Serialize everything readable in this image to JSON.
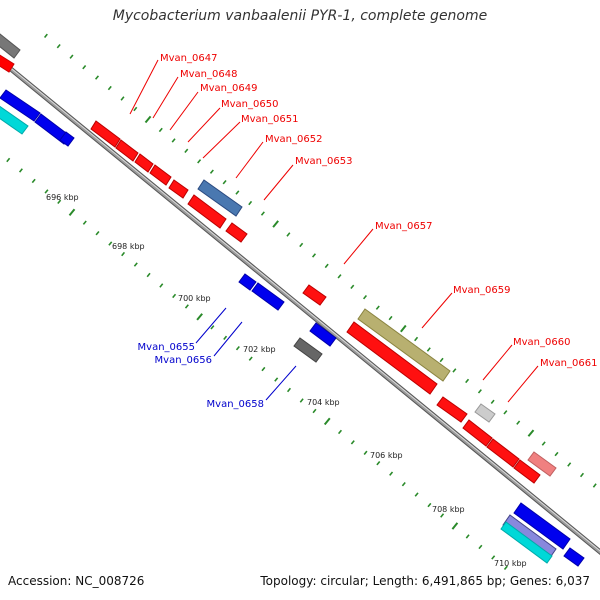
{
  "header": {
    "title": "Mycobacterium vanbaalenii PYR-1, complete genome"
  },
  "footer": {
    "accession": "Accession: NC_008726",
    "topology": "Topology: circular; Length: 6,491,865 bp; Genes: 6,037"
  },
  "map": {
    "backbone_color": "#888888",
    "tick_color": "#2a8a2a",
    "kbp_labels": [
      "696 kbp",
      "698 kbp",
      "700 kbp",
      "702 kbp",
      "704 kbp",
      "706 kbp",
      "708 kbp",
      "710 kbp"
    ]
  },
  "forward_labels": [
    {
      "text": "Mvan_0647",
      "color": "#ee0000"
    },
    {
      "text": "Mvan_0648",
      "color": "#ee0000"
    },
    {
      "text": "Mvan_0649",
      "color": "#ee0000"
    },
    {
      "text": "Mvan_0650",
      "color": "#ee0000"
    },
    {
      "text": "Mvan_0651",
      "color": "#ee0000"
    },
    {
      "text": "Mvan_0652",
      "color": "#ee0000"
    },
    {
      "text": "Mvan_0653",
      "color": "#ee0000"
    },
    {
      "text": "Mvan_0657",
      "color": "#ee0000"
    },
    {
      "text": "Mvan_0659",
      "color": "#ee0000"
    },
    {
      "text": "Mvan_0660",
      "color": "#ee0000"
    },
    {
      "text": "Mvan_0661",
      "color": "#ee0000"
    }
  ],
  "reverse_labels": [
    {
      "text": "Mvan_0655",
      "color": "#0000cc"
    },
    {
      "text": "Mvan_0656",
      "color": "#0000cc"
    },
    {
      "text": "Mvan_0658",
      "color": "#0000cc"
    }
  ]
}
